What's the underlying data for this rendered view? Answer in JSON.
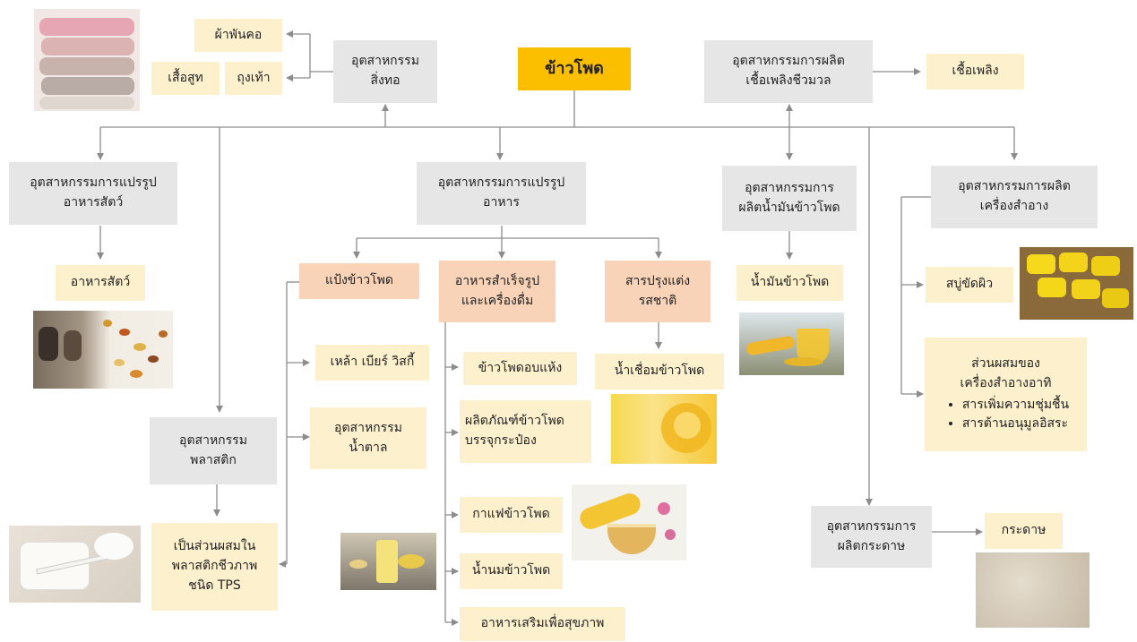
{
  "root": "ข้าวโพด",
  "colors": {
    "root": "#fbbf00",
    "industry": "#e6e6e6",
    "product": "#fdf0cd",
    "food_group": "#f8d3b8",
    "connector": "#8c8c8c"
  },
  "textile": {
    "industry": "อุตสาหกรรม\nสิ่งทอ",
    "products": [
      "ผ้าพันคอ",
      "เสื้อสูท",
      "ถุงเท้า"
    ],
    "image": "folded-fabric"
  },
  "biomass_fuel": {
    "industry": "อุตสาหกรรมการผลิต\nเชื้อเพลิงชีวมวล",
    "product": "เชื้อเพลิง"
  },
  "animal_feed": {
    "industry": "อุตสาหกรรมการแปรรูป\nอาหารสัตว์",
    "product": "อาหารสัตว์",
    "image": "livestock-feed"
  },
  "food": {
    "industry": "อุตสาหกรรมการแปรรูป\nอาหาร",
    "starch": {
      "label": "แป้งข้าวโพด",
      "products": [
        "เหล้า เบียร์ วิสกี้",
        "อุตสาหกรรม\nน้ำตาล",
        "เป็นส่วนผสมใน\nพลาสติกชีวภาพ\nชนิด TPS"
      ]
    },
    "ready_made": {
      "label": "อาหารสำเร็จรูป\nและเครื่องดื่ม",
      "products": [
        "ข้าวโพดอบแห้ง",
        "ผลิตภัณฑ์ข้าวโพด\nบรรจุกระป๋อง",
        "กาแฟข้าวโพด",
        "น้ำนมข้าวโพด",
        "อาหารเสริมเพื่อสุขภาพ"
      ]
    },
    "seasoning": {
      "label": "สารปรุงแต่ง\nรสชาติ",
      "product": "น้ำเชื่อมข้าวโพด"
    }
  },
  "plastic": {
    "industry": "อุตสาหกรรม\nพลาสติก",
    "image": "bioplastic-containers"
  },
  "corn_oil": {
    "industry": "อุตสาหกรรมการ\nผลิตน้ำมันข้าวโพด",
    "product": "น้ำมันข้าวโพด",
    "image": "corn-oil"
  },
  "cosmetics": {
    "industry": "อุตสาหกรรมการผลิต\nเครื่องสำอาง",
    "soap": "สบู่ขัดผิว",
    "ingredients_title": "ส่วนผสมของ\nเครื่องสำอางอาทิ",
    "ingredients": [
      "สารเพิ่มความชุ่มชื้น",
      "สารต้านอนุมูลอิสระ"
    ],
    "image": "yellow-soap"
  },
  "paper": {
    "industry": "อุตสาหกรรมการ\nผลิตกระดาษ",
    "product": "กระดาษ",
    "image": "paper-pulp"
  }
}
